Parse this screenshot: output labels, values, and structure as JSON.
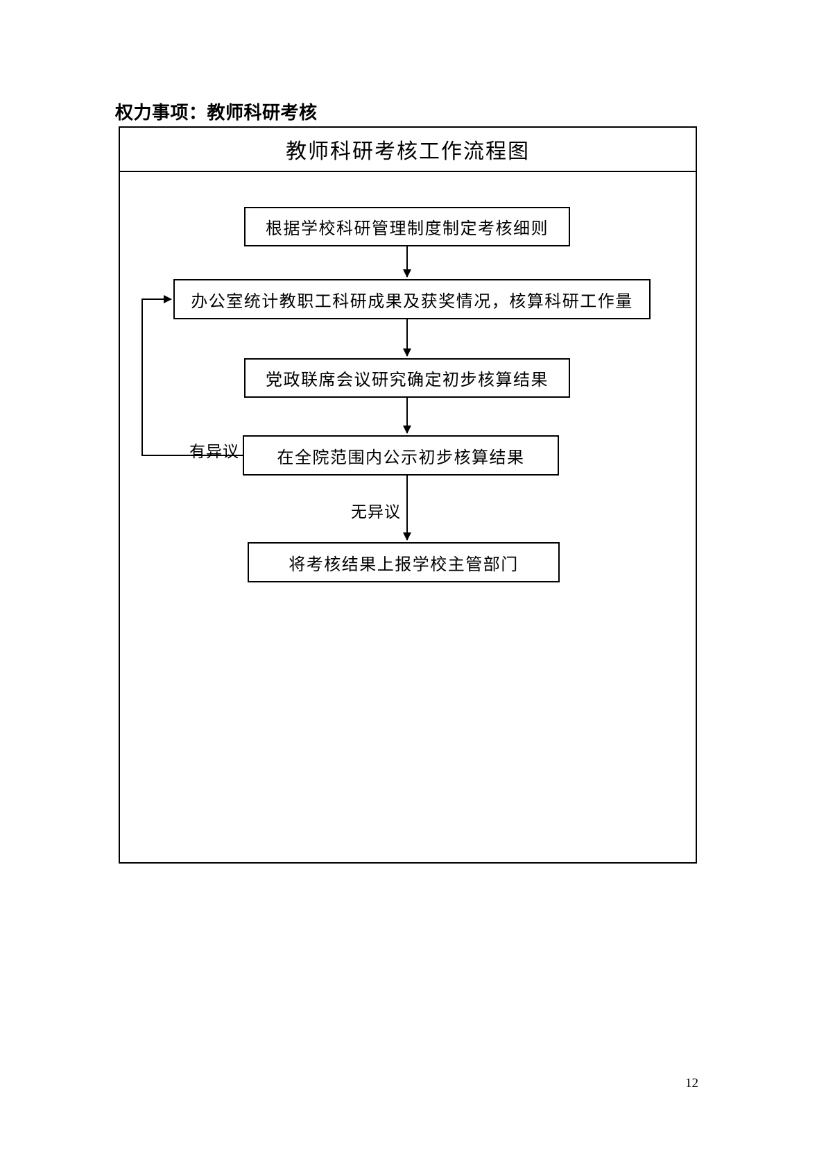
{
  "page": {
    "heading": "权力事项：教师科研考核",
    "page_number": "12"
  },
  "flowchart": {
    "title": "教师科研考核工作流程图",
    "steps": [
      "根据学校科研管理制度制定考核细则",
      "办公室统计教职工科研成果及获奖情况，核算科研工作量",
      "党政联席会议研究确定初步核算结果",
      "在全院范围内公示初步核算结果",
      "将考核结果上报学校主管部门"
    ],
    "branch_labels": {
      "objection": "有异议",
      "no_objection": "无异议"
    },
    "colors": {
      "line": "#000000",
      "box_border": "#000000",
      "text": "#000000",
      "background": "#ffffff"
    }
  }
}
